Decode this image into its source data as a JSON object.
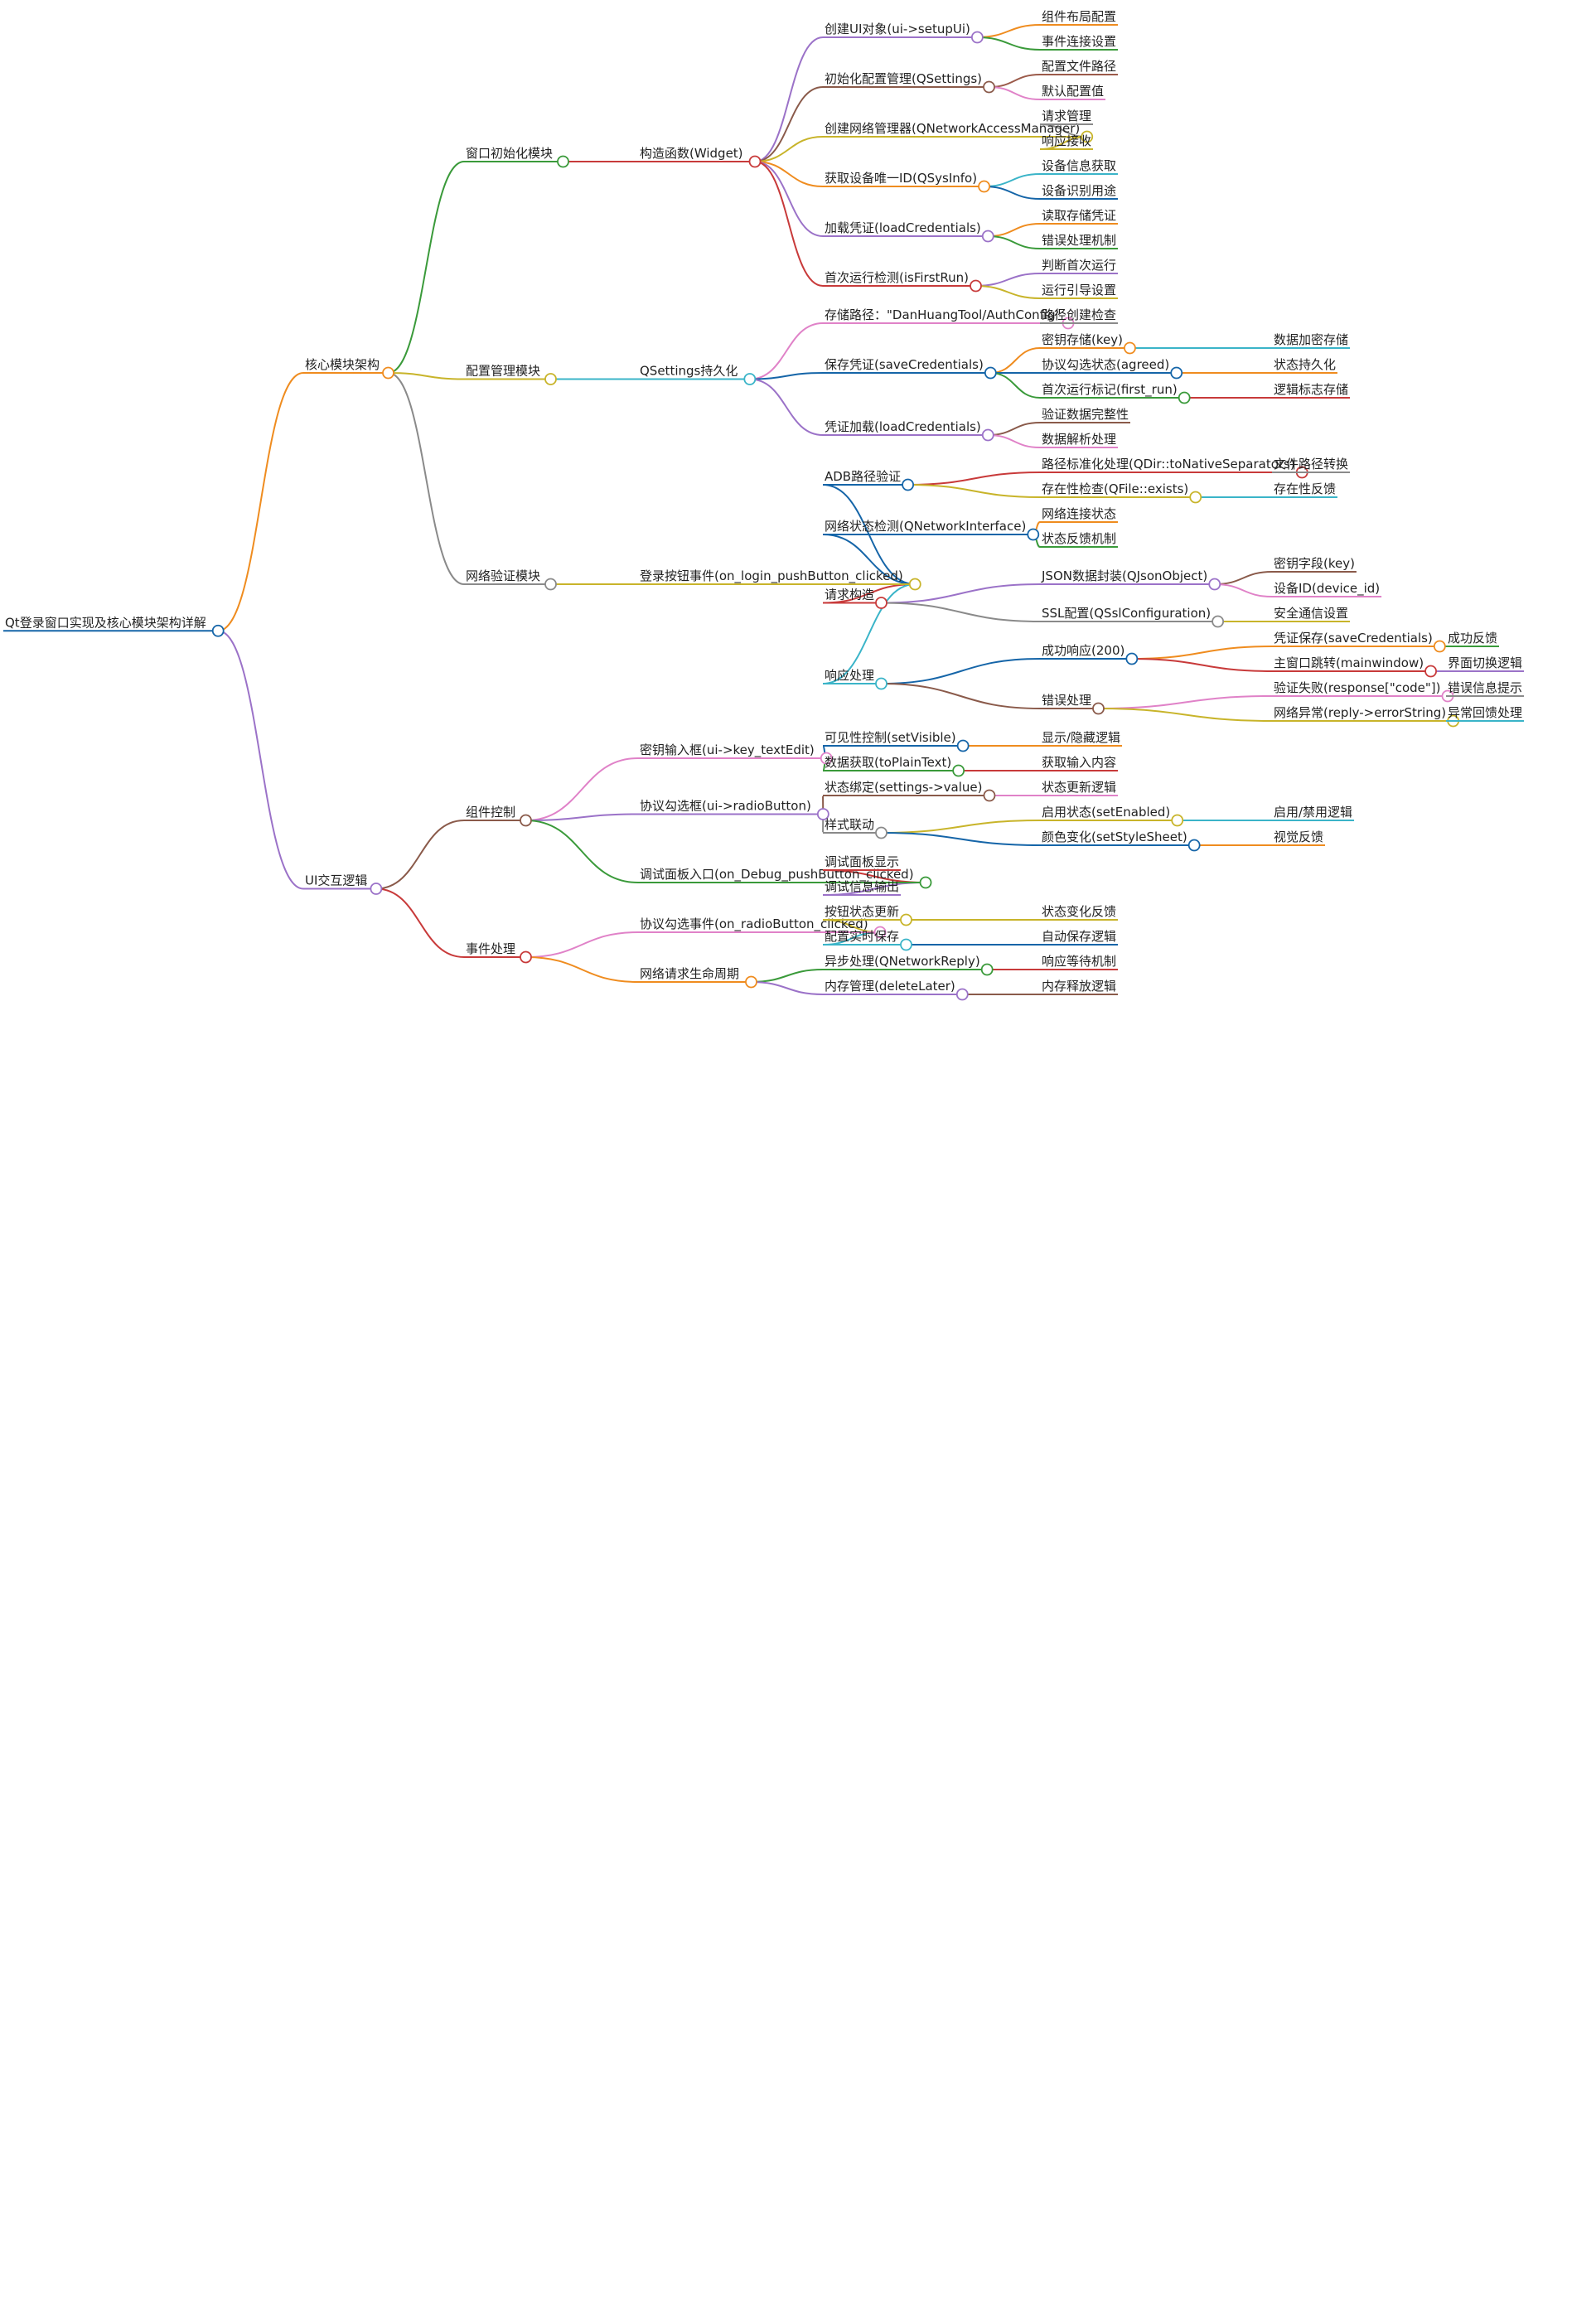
{
  "map": {
    "root": {
      "label": "Qt登录窗口实现及核心模块架构详解",
      "color": "#1565a8",
      "children": [
        {
          "label": "核心模块架构",
          "color": "#ef8c1f",
          "children": [
            {
              "label": "窗口初始化模块",
              "color": "#3a9a3a",
              "children": [
                {
                  "label": "构造函数(Widget)",
                  "color": "#c83a3a",
                  "children": [
                    {
                      "label": "创建UI对象(ui->setupUi)",
                      "color": "#9b72c8",
                      "children": [
                        {
                          "label": "组件布局配置",
                          "color": "#ef8c1f"
                        },
                        {
                          "label": "事件连接设置",
                          "color": "#3a9a3a"
                        }
                      ]
                    },
                    {
                      "label": "初始化配置管理(QSettings)",
                      "color": "#8a5a4a",
                      "children": [
                        {
                          "label": "配置文件路径",
                          "color": "#9b5a4a"
                        },
                        {
                          "label": "默认配置值",
                          "color": "#e082c8"
                        }
                      ]
                    },
                    {
                      "label": "创建网络管理器(QNetworkAccessManager)",
                      "color": "#c8b42a",
                      "children": [
                        {
                          "label": "请求管理",
                          "color": "#8a8a8a"
                        },
                        {
                          "label": "响应接收",
                          "color": "#c8b42a"
                        }
                      ]
                    },
                    {
                      "label": "获取设备唯一ID(QSysInfo)",
                      "color": "#ef8c1f",
                      "children": [
                        {
                          "label": "设备信息获取",
                          "color": "#3ab4c8"
                        },
                        {
                          "label": "设备识别用途",
                          "color": "#1565a8"
                        }
                      ]
                    },
                    {
                      "label": "加载凭证(loadCredentials)",
                      "color": "#9b72c8",
                      "children": [
                        {
                          "label": "读取存储凭证",
                          "color": "#ef8c1f"
                        },
                        {
                          "label": "错误处理机制",
                          "color": "#3a9a3a"
                        }
                      ]
                    },
                    {
                      "label": "首次运行检测(isFirstRun)",
                      "color": "#c83a3a",
                      "children": [
                        {
                          "label": "判断首次运行",
                          "color": "#9b72c8"
                        },
                        {
                          "label": "运行引导设置",
                          "color": "#c8b42a"
                        }
                      ]
                    }
                  ]
                }
              ]
            },
            {
              "label": "配置管理模块",
              "color": "#c8b42a",
              "children": [
                {
                  "label": "QSettings持久化",
                  "color": "#3ab4c8",
                  "children": [
                    {
                      "label": "存储路径：\"DanHuangTool/AuthConfig\"",
                      "color": "#e082c8",
                      "children": [
                        {
                          "label": "路径创建检查",
                          "color": "#8a8a8a"
                        }
                      ]
                    },
                    {
                      "label": "保存凭证(saveCredentials)",
                      "color": "#1565a8",
                      "children": [
                        {
                          "label": "密钥存储(key)",
                          "color": "#ef8c1f",
                          "children": [
                            {
                              "label": "数据加密存储",
                              "color": "#3ab4c8"
                            }
                          ]
                        },
                        {
                          "label": "协议勾选状态(agreed)",
                          "color": "#1565a8",
                          "children": [
                            {
                              "label": "状态持久化",
                              "color": "#ef8c1f"
                            }
                          ]
                        },
                        {
                          "label": "首次运行标记(first_run)",
                          "color": "#3a9a3a",
                          "children": [
                            {
                              "label": "逻辑标志存储",
                              "color": "#c83a3a"
                            }
                          ]
                        }
                      ]
                    },
                    {
                      "label": "凭证加载(loadCredentials)",
                      "color": "#9b72c8",
                      "children": [
                        {
                          "label": "验证数据完整性",
                          "color": "#8a5a4a"
                        },
                        {
                          "label": "数据解析处理",
                          "color": "#e082c8"
                        }
                      ]
                    }
                  ]
                }
              ]
            },
            {
              "label": "网络验证模块",
              "color": "#8a8a8a",
              "children": [
                {
                  "label": "登录按钮事件(on_login_pushButton_clicked)",
                  "color": "#c8b42a",
                  "children": [
                    {
                      "label": "ADB路径验证",
                      "color": "#1565a8",
                      "children": [
                        {
                          "label": "路径标准化处理(QDir::toNativeSeparators)",
                          "color": "#c83a3a",
                          "children": [
                            {
                              "label": "文件路径转换",
                              "color": "#8a8a8a"
                            }
                          ]
                        },
                        {
                          "label": "存在性检查(QFile::exists)",
                          "color": "#c8b42a",
                          "children": [
                            {
                              "label": "存在性反馈",
                              "color": "#3ab4c8"
                            }
                          ]
                        }
                      ]
                    },
                    {
                      "label": "网络状态检测(QNetworkInterface)",
                      "color": "#1565a8",
                      "children": [
                        {
                          "label": "网络连接状态",
                          "color": "#ef8c1f"
                        },
                        {
                          "label": "状态反馈机制",
                          "color": "#3a9a3a"
                        }
                      ]
                    },
                    {
                      "label": "请求构造",
                      "color": "#c83a3a",
                      "children": [
                        {
                          "label": "JSON数据封装(QJsonObject)",
                          "color": "#9b72c8",
                          "children": [
                            {
                              "label": "密钥字段(key)",
                              "color": "#8a5a4a"
                            },
                            {
                              "label": "设备ID(device_id)",
                              "color": "#e082c8"
                            }
                          ]
                        },
                        {
                          "label": "SSL配置(QSslConfiguration)",
                          "color": "#8a8a8a",
                          "children": [
                            {
                              "label": "安全通信设置",
                              "color": "#c8b42a"
                            }
                          ]
                        }
                      ]
                    },
                    {
                      "label": "响应处理",
                      "color": "#3ab4c8",
                      "children": [
                        {
                          "label": "成功响应(200)",
                          "color": "#1565a8",
                          "children": [
                            {
                              "label": "凭证保存(saveCredentials)",
                              "color": "#ef8c1f",
                              "children": [
                                {
                                  "label": "成功反馈",
                                  "color": "#3a9a3a"
                                }
                              ]
                            },
                            {
                              "label": "主窗口跳转(mainwindow)",
                              "color": "#c83a3a",
                              "children": [
                                {
                                  "label": "界面切换逻辑",
                                  "color": "#9b72c8"
                                }
                              ]
                            }
                          ]
                        },
                        {
                          "label": "错误处理",
                          "color": "#8a5a4a",
                          "children": [
                            {
                              "label": "验证失败(response[\"code\"])",
                              "color": "#e082c8",
                              "children": [
                                {
                                  "label": "错误信息提示",
                                  "color": "#8a8a8a"
                                }
                              ]
                            },
                            {
                              "label": "网络异常(reply->errorString)",
                              "color": "#c8b42a",
                              "children": [
                                {
                                  "label": "异常回馈处理",
                                  "color": "#3ab4c8"
                                }
                              ]
                            }
                          ]
                        }
                      ]
                    }
                  ]
                }
              ]
            }
          ]
        },
        {
          "label": "UI交互逻辑",
          "color": "#9b72c8",
          "children": [
            {
              "label": "组件控制",
              "color": "#8a5a4a",
              "children": [
                {
                  "label": "密钥输入框(ui->key_textEdit)",
                  "color": "#e082c8",
                  "children": [
                    {
                      "label": "可见性控制(setVisible)",
                      "color": "#1565a8",
                      "children": [
                        {
                          "label": "显示/隐藏逻辑",
                          "color": "#ef8c1f"
                        }
                      ]
                    },
                    {
                      "label": "数据获取(toPlainText)",
                      "color": "#3a9a3a",
                      "children": [
                        {
                          "label": "获取输入内容",
                          "color": "#c83a3a"
                        }
                      ]
                    }
                  ]
                },
                {
                  "label": "协议勾选框(ui->radioButton)",
                  "color": "#9b72c8",
                  "children": [
                    {
                      "label": "状态绑定(settings->value)",
                      "color": "#8a5a4a",
                      "children": [
                        {
                          "label": "状态更新逻辑",
                          "color": "#e082c8"
                        }
                      ]
                    },
                    {
                      "label": "样式联动",
                      "color": "#8a8a8a",
                      "children": [
                        {
                          "label": "启用状态(setEnabled)",
                          "color": "#c8b42a",
                          "children": [
                            {
                              "label": "启用/禁用逻辑",
                              "color": "#3ab4c8"
                            }
                          ]
                        },
                        {
                          "label": "颜色变化(setStyleSheet)",
                          "color": "#1565a8",
                          "children": [
                            {
                              "label": "视觉反馈",
                              "color": "#ef8c1f"
                            }
                          ]
                        }
                      ]
                    }
                  ]
                },
                {
                  "label": "调试面板入口(on_Debug_pushButton_clicked)",
                  "color": "#3a9a3a",
                  "children": [
                    {
                      "label": "调试面板显示",
                      "color": "#c83a3a"
                    },
                    {
                      "label": "调试信息输出",
                      "color": "#9b72c8"
                    }
                  ]
                }
              ]
            },
            {
              "label": "事件处理",
              "color": "#c83a3a",
              "children": [
                {
                  "label": "协议勾选事件(on_radioButton_clicked)",
                  "color": "#e082c8",
                  "children": [
                    {
                      "label": "按钮状态更新",
                      "color": "#c8b42a",
                      "children": [
                        {
                          "label": "状态变化反馈",
                          "color": "#c8b42a"
                        }
                      ]
                    },
                    {
                      "label": "配置实时保存",
                      "color": "#3ab4c8",
                      "children": [
                        {
                          "label": "自动保存逻辑",
                          "color": "#1565a8"
                        }
                      ]
                    }
                  ]
                },
                {
                  "label": "网络请求生命周期",
                  "color": "#ef8c1f",
                  "children": [
                    {
                      "label": "异步处理(QNetworkReply)",
                      "color": "#3a9a3a",
                      "children": [
                        {
                          "label": "响应等待机制",
                          "color": "#c83a3a"
                        }
                      ]
                    },
                    {
                      "label": "内存管理(deleteLater)",
                      "color": "#9b72c8",
                      "children": [
                        {
                          "label": "内存释放逻辑",
                          "color": "#8a5a4a"
                        }
                      ]
                    }
                  ]
                }
              ]
            }
          ]
        }
      ]
    }
  }
}
